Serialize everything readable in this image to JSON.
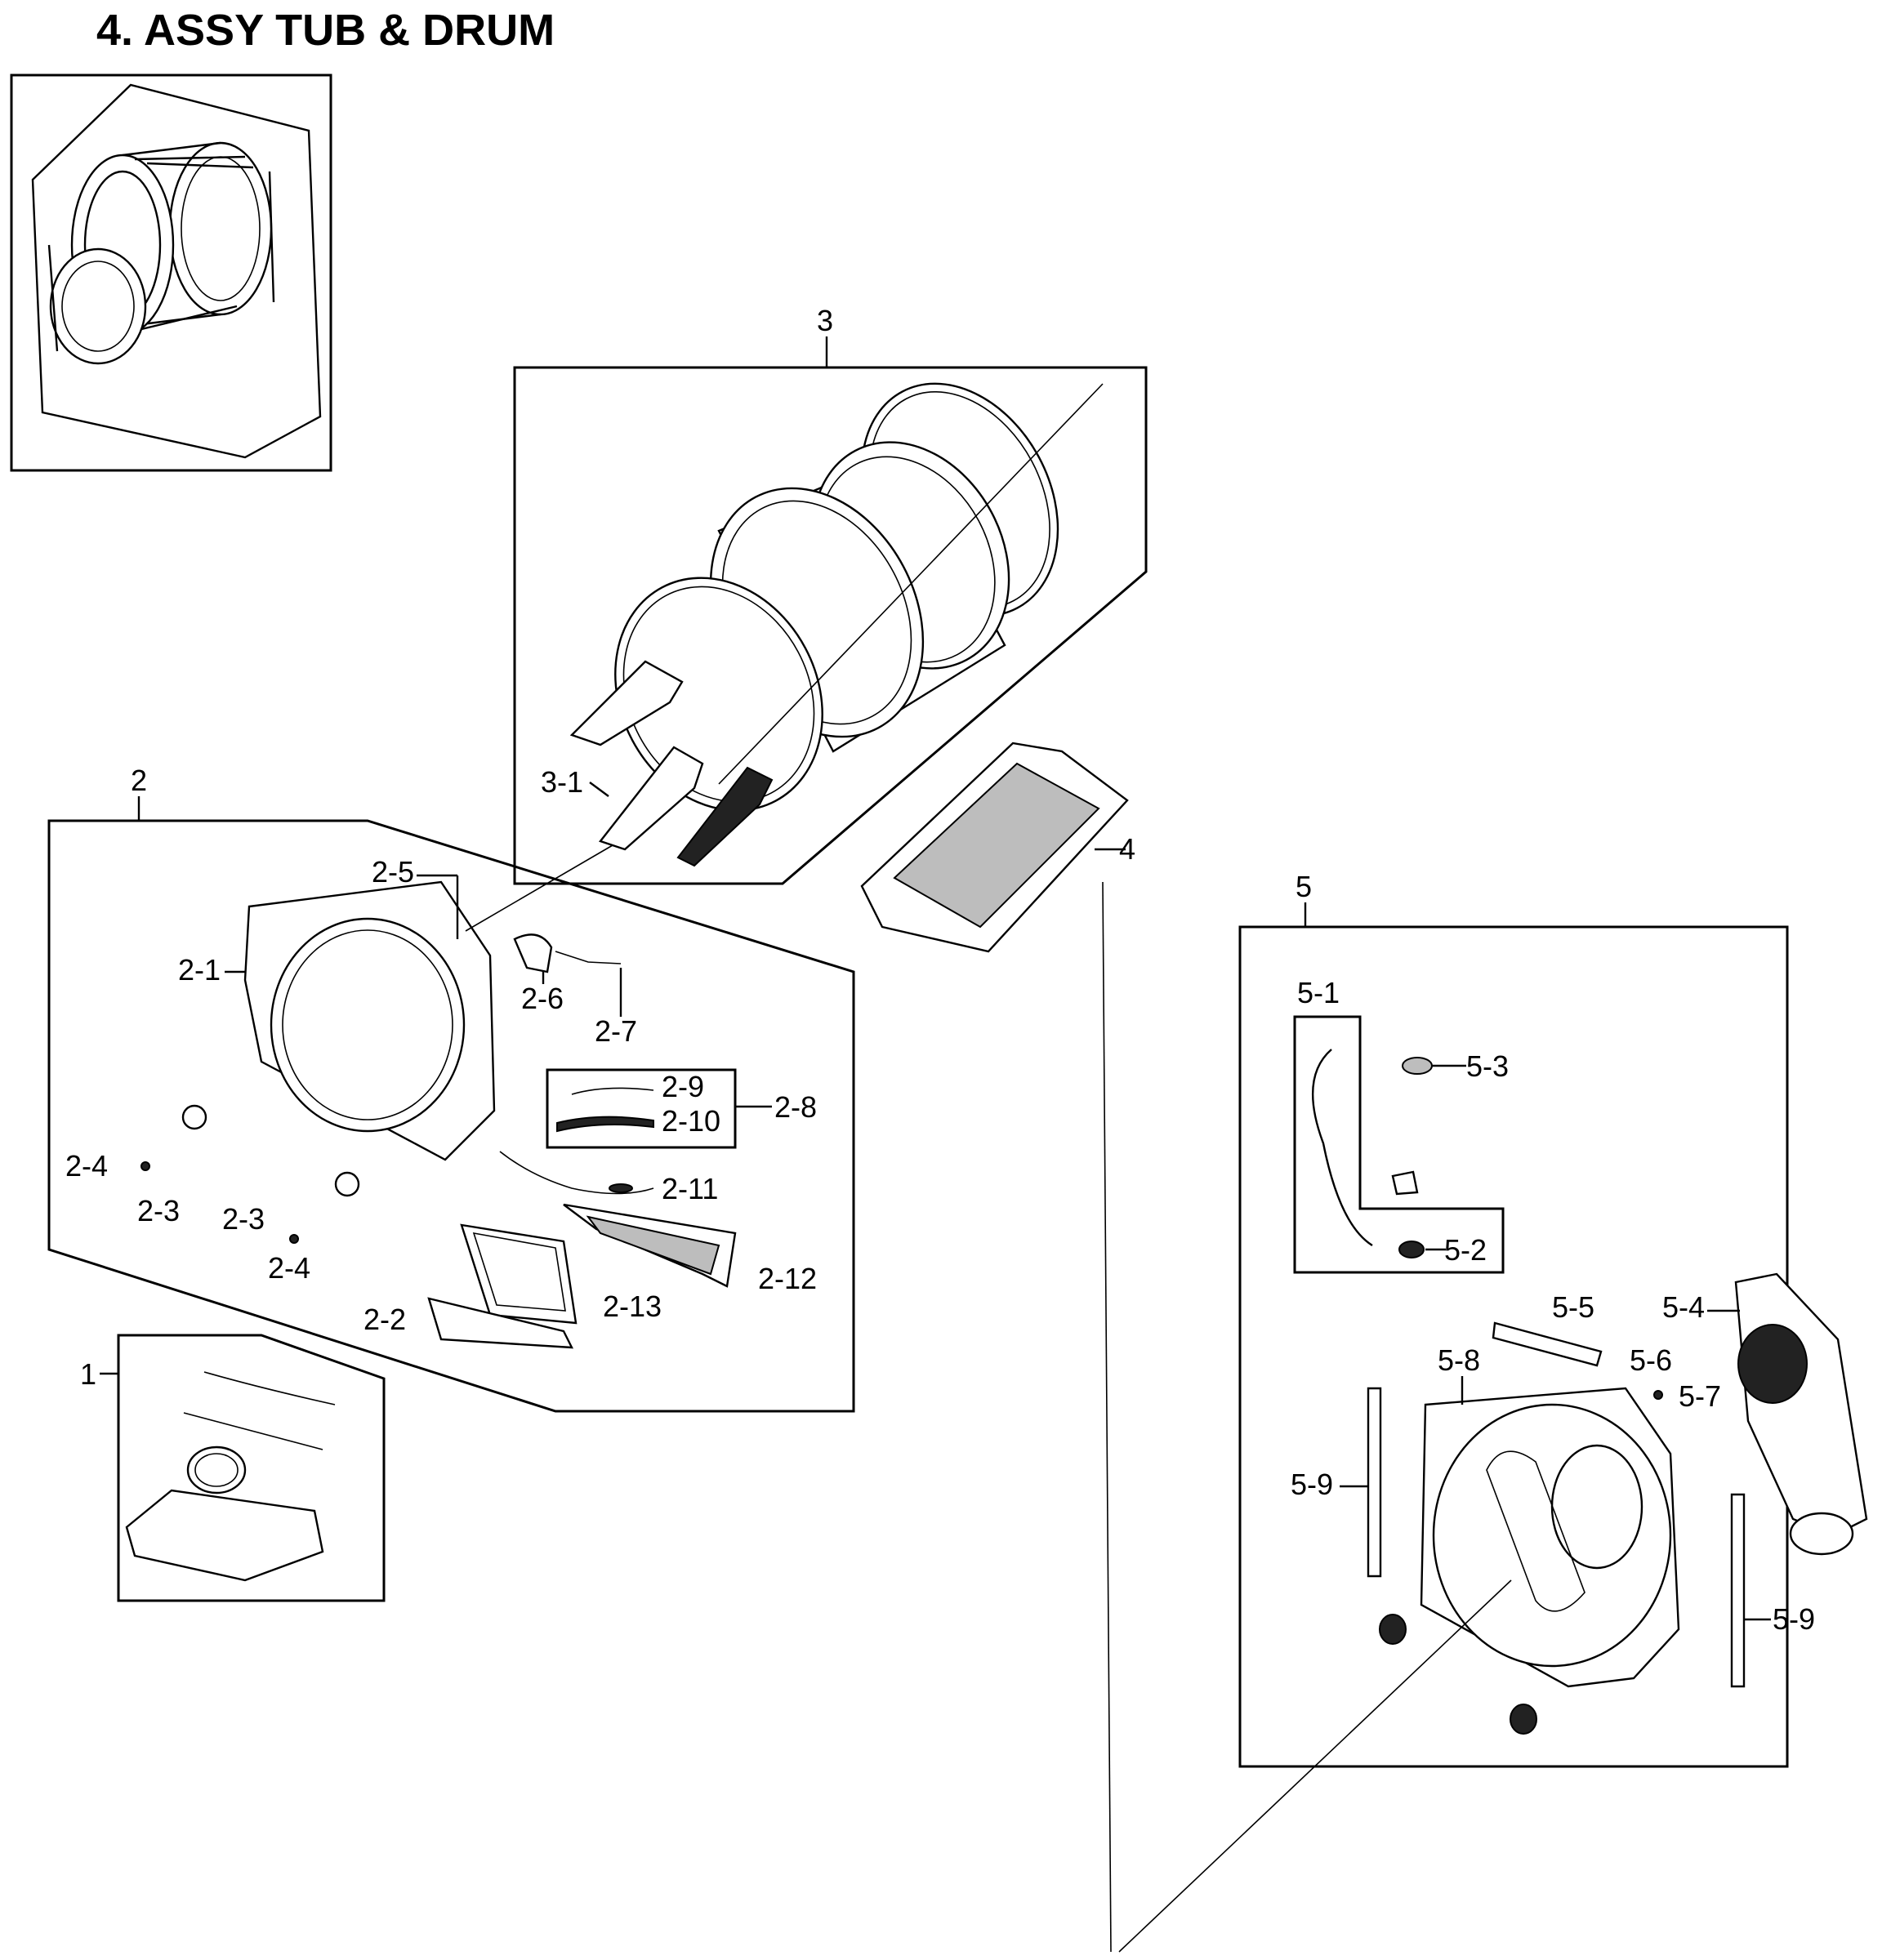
{
  "title": "4. ASSY TUB & DRUM",
  "labels": {
    "l1": "1",
    "l2": "2",
    "l3": "3",
    "l4": "4",
    "l5": "5",
    "l2_1": "2-1",
    "l2_2": "2-2",
    "l2_3a": "2-3",
    "l2_3b": "2-3",
    "l2_4a": "2-4",
    "l2_4b": "2-4",
    "l2_5": "2-5",
    "l2_6": "2-6",
    "l2_7": "2-7",
    "l2_8": "2-8",
    "l2_9": "2-9",
    "l2_10": "2-10",
    "l2_11": "2-11",
    "l2_12": "2-12",
    "l2_13": "2-13",
    "l3_1": "3-1",
    "l5_1": "5-1",
    "l5_2": "5-2",
    "l5_3": "5-3",
    "l5_4": "5-4",
    "l5_5": "5-5",
    "l5_6": "5-6",
    "l5_7": "5-7",
    "l5_8": "5-8",
    "l5_9a": "5-9",
    "l5_9b": "5-9"
  }
}
